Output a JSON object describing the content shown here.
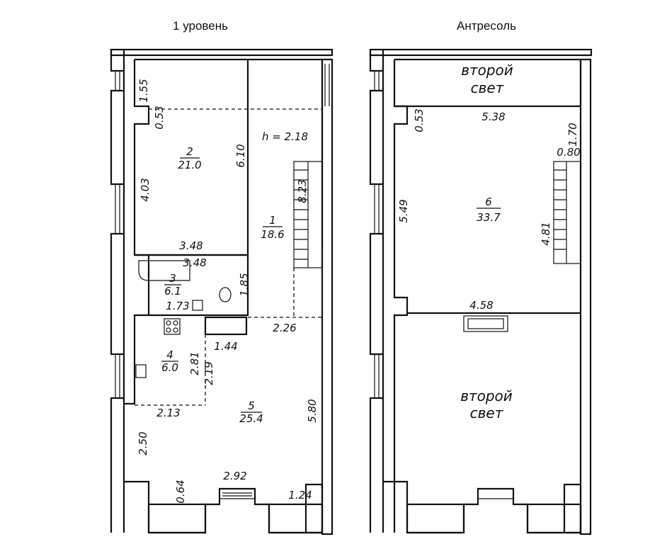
{
  "titles": {
    "level1": "1 уровень",
    "mezzanine": "Антресоль"
  },
  "level1": {
    "dims": {
      "d155": "1.55",
      "d053": "0.53",
      "d610": "6.10",
      "d403": "4.03",
      "h": "h = 2.18",
      "d823": "8.23",
      "d348a": "3.48",
      "d348b": "3.48",
      "d185": "1.85",
      "d173": "1.73",
      "d226": "2.26",
      "d144": "1.44",
      "d281": "2.81",
      "d219": "2.19",
      "d213": "2.13",
      "d580": "5.80",
      "d250": "2.50",
      "d064": "0.64",
      "d292": "2.92",
      "d124": "1.24"
    },
    "rooms": [
      {
        "num": "2",
        "area": "21.0"
      },
      {
        "num": "1",
        "area": "18.6"
      },
      {
        "num": "3",
        "area": "6.1"
      },
      {
        "num": "4",
        "area": "6.0"
      },
      {
        "num": "5",
        "area": "25.4"
      }
    ]
  },
  "mezzanine": {
    "dims": {
      "d053": "0.53",
      "d538": "5.38",
      "d170": "1.70",
      "d080": "0.80",
      "d549": "5.49",
      "d481": "4.81",
      "d458": "4.58"
    },
    "room": {
      "num": "6",
      "area": "33.7"
    },
    "void_top": [
      "второй",
      "свет"
    ],
    "void_bottom": [
      "второй",
      "свет"
    ]
  }
}
